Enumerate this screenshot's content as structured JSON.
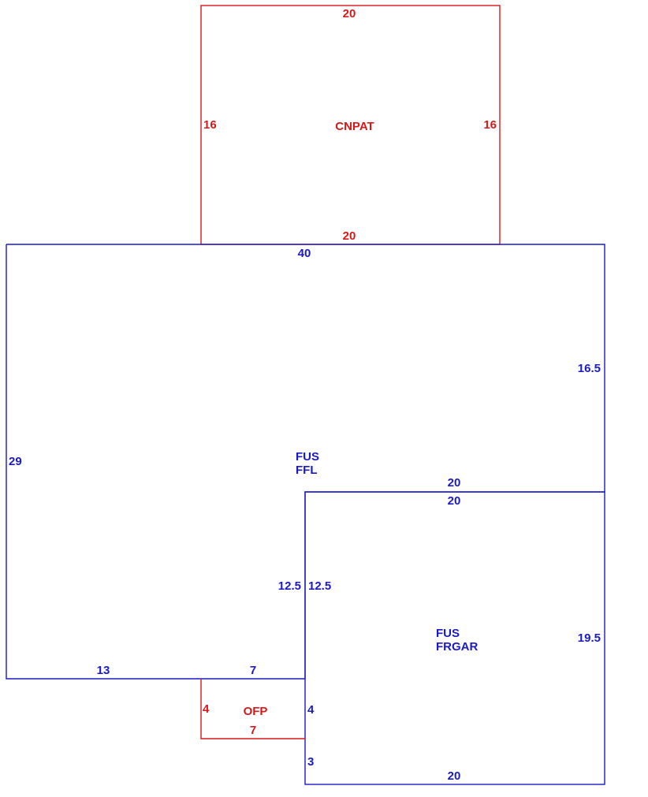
{
  "colors": {
    "living": "#1a1ac8",
    "porch": "#d81818"
  },
  "areas": {
    "cnpat": {
      "label": "CNPAT",
      "dims": {
        "top": "20",
        "left": "16",
        "right": "16",
        "bottom": "20"
      }
    },
    "house": {
      "label_line1": "FUS",
      "label_line2": "FFL",
      "dims": {
        "top": "40",
        "left": "29",
        "right": "16.5",
        "step": "20",
        "bottom_left": "13",
        "bottom_mid": "7",
        "inner": "12.5"
      }
    },
    "garage": {
      "label_line1": "FUS",
      "label_line2": "FRGAR",
      "dims": {
        "top": "20",
        "left_upper": "12.5",
        "right": "19.5",
        "left_mid": "4",
        "left_lower": "3",
        "bottom": "20"
      }
    },
    "ofp": {
      "label": "OFP",
      "dims": {
        "left": "4",
        "bottom": "7"
      }
    }
  }
}
